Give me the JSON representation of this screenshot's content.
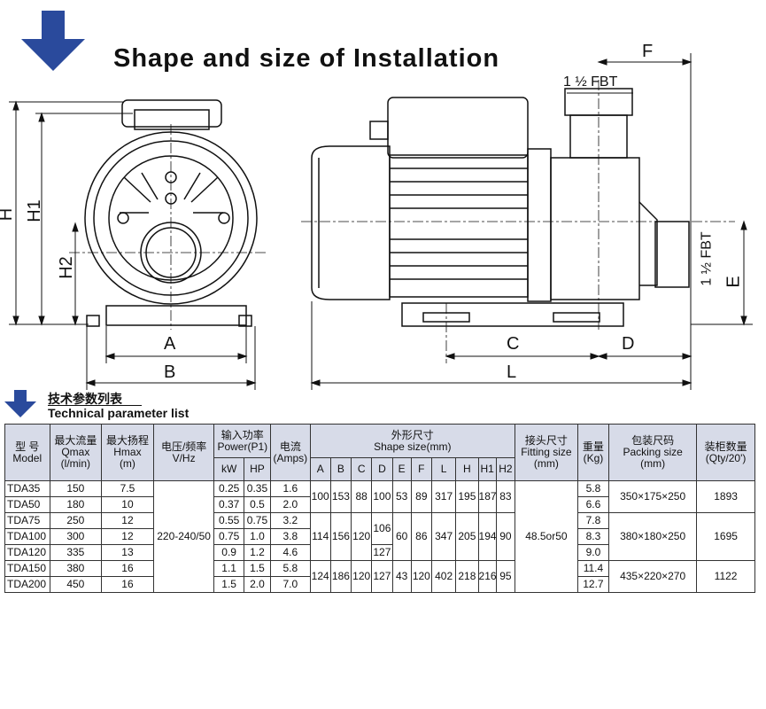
{
  "title": "Shape and size of Installation",
  "dimension_labels": {
    "A": "A",
    "B": "B",
    "C": "C",
    "D": "D",
    "E": "E",
    "F": "F",
    "L": "L",
    "H": "H",
    "H1": "H1",
    "H2": "H2",
    "fbt_top": "1 ½ FBT",
    "fbt_side": "1 ½ FBT"
  },
  "section": {
    "title_cn": "技术参数列表",
    "title_en": "Technical parameter list"
  },
  "table": {
    "headers": {
      "model_cn": "型 号",
      "model_en": "Model",
      "qmax_cn": "最大流量",
      "qmax_en": "Qmax",
      "qmax_unit": "(l/min)",
      "hmax_cn": "最大扬程",
      "hmax_en": "Hmax",
      "hmax_unit": "(m)",
      "volt_cn": "电压/频率",
      "volt_en": "V/Hz",
      "power_cn": "输入功率",
      "power_en": "Power(P1)",
      "kw": "kW",
      "hp": "HP",
      "current_cn": "电流",
      "current_en": "(Amps)",
      "shape_cn": "外形尺寸",
      "shape_en": "Shape size(mm)",
      "dims": [
        "A",
        "B",
        "C",
        "D",
        "E",
        "F",
        "L",
        "H",
        "H1",
        "H2"
      ],
      "fitting_cn": "接头尺寸",
      "fitting_en": "Fitting size",
      "fitting_unit": "(mm)",
      "weight_cn": "重量",
      "weight_en": "(Kg)",
      "packing_cn": "包装尺码",
      "packing_en": "Packing size",
      "packing_unit": "(mm)",
      "qty_cn": "装柜数量",
      "qty_en": "(Qty/20')"
    },
    "rows": [
      {
        "model": "TDA35",
        "qmax": "150",
        "hmax": "7.5",
        "kw": "0.25",
        "hp": "0.35",
        "amps": "1.6",
        "weight": "5.8"
      },
      {
        "model": "TDA50",
        "qmax": "180",
        "hmax": "10",
        "kw": "0.37",
        "hp": "0.5",
        "amps": "2.0",
        "weight": "6.6"
      },
      {
        "model": "TDA75",
        "qmax": "250",
        "hmax": "12",
        "kw": "0.55",
        "hp": "0.75",
        "amps": "3.2",
        "weight": "7.8"
      },
      {
        "model": "TDA100",
        "qmax": "300",
        "hmax": "12",
        "kw": "0.75",
        "hp": "1.0",
        "amps": "3.8",
        "weight": "8.3"
      },
      {
        "model": "TDA120",
        "qmax": "335",
        "hmax": "13",
        "kw": "0.9",
        "hp": "1.2",
        "amps": "4.6",
        "weight": "9.0"
      },
      {
        "model": "TDA150",
        "qmax": "380",
        "hmax": "16",
        "kw": "1.1",
        "hp": "1.5",
        "amps": "5.8",
        "weight": "11.4"
      },
      {
        "model": "TDA200",
        "qmax": "450",
        "hmax": "16",
        "kw": "1.5",
        "hp": "2.0",
        "amps": "7.0",
        "weight": "12.7"
      }
    ],
    "voltage": "220-240/50",
    "fitting": "48.5or50",
    "shape_groups": [
      {
        "A": "100",
        "B": "153",
        "C": "88",
        "D": "100",
        "E": "53",
        "F": "89",
        "L": "317",
        "H": "195",
        "H1": "187",
        "H2": "83"
      },
      {
        "A": "114",
        "B": "156",
        "C": "120",
        "D": "106",
        "E": "60",
        "F": "86",
        "L": "347",
        "H": "205",
        "H1": "194",
        "H2": "90"
      },
      {
        "A": "124",
        "B": "186",
        "C": "120",
        "D": "127",
        "E": "43",
        "F": "120",
        "L": "402",
        "H": "218",
        "H1": "216",
        "H2": "95"
      }
    ],
    "d_tda120": "127",
    "packing": [
      "350×175×250",
      "380×180×250",
      "435×220×270"
    ],
    "qty": [
      "1893",
      "1695",
      "1122"
    ]
  },
  "colors": {
    "arrow": "#2a4a9c",
    "header_bg": "#d7dbe8"
  }
}
